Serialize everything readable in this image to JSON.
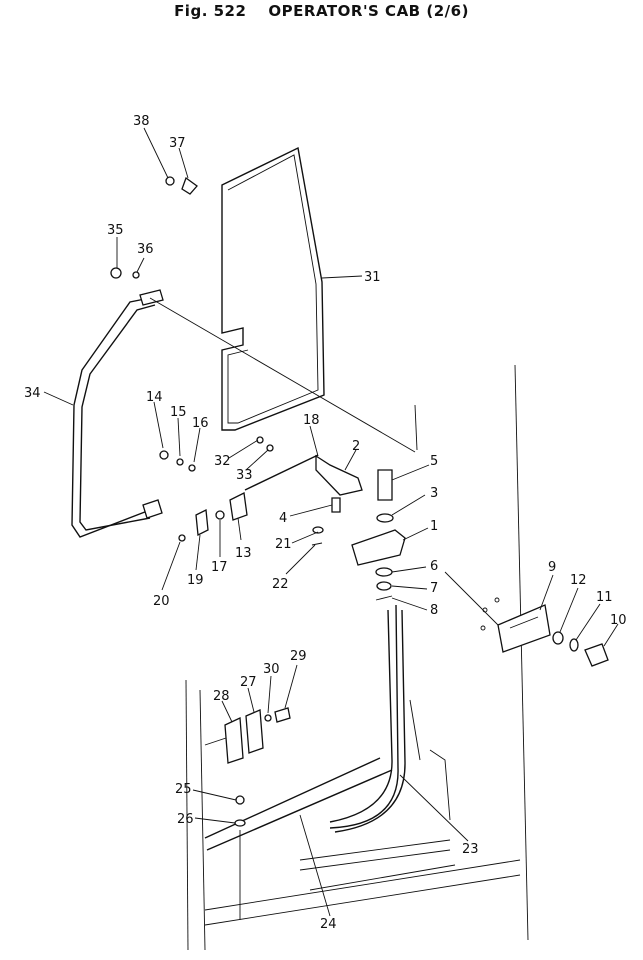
{
  "figure": {
    "number": "Fig. 522",
    "caption": "OPERATOR'S CAB",
    "sheet": "(2/6)"
  },
  "callouts": [
    "1",
    "2",
    "3",
    "4",
    "5",
    "6",
    "7",
    "8",
    "9",
    "10",
    "11",
    "12",
    "13",
    "14",
    "15",
    "16",
    "17",
    "18",
    "19",
    "20",
    "21",
    "22",
    "23",
    "24",
    "25",
    "26",
    "27",
    "28",
    "29",
    "30",
    "31",
    "32",
    "33",
    "34",
    "35",
    "36",
    "37",
    "38"
  ]
}
